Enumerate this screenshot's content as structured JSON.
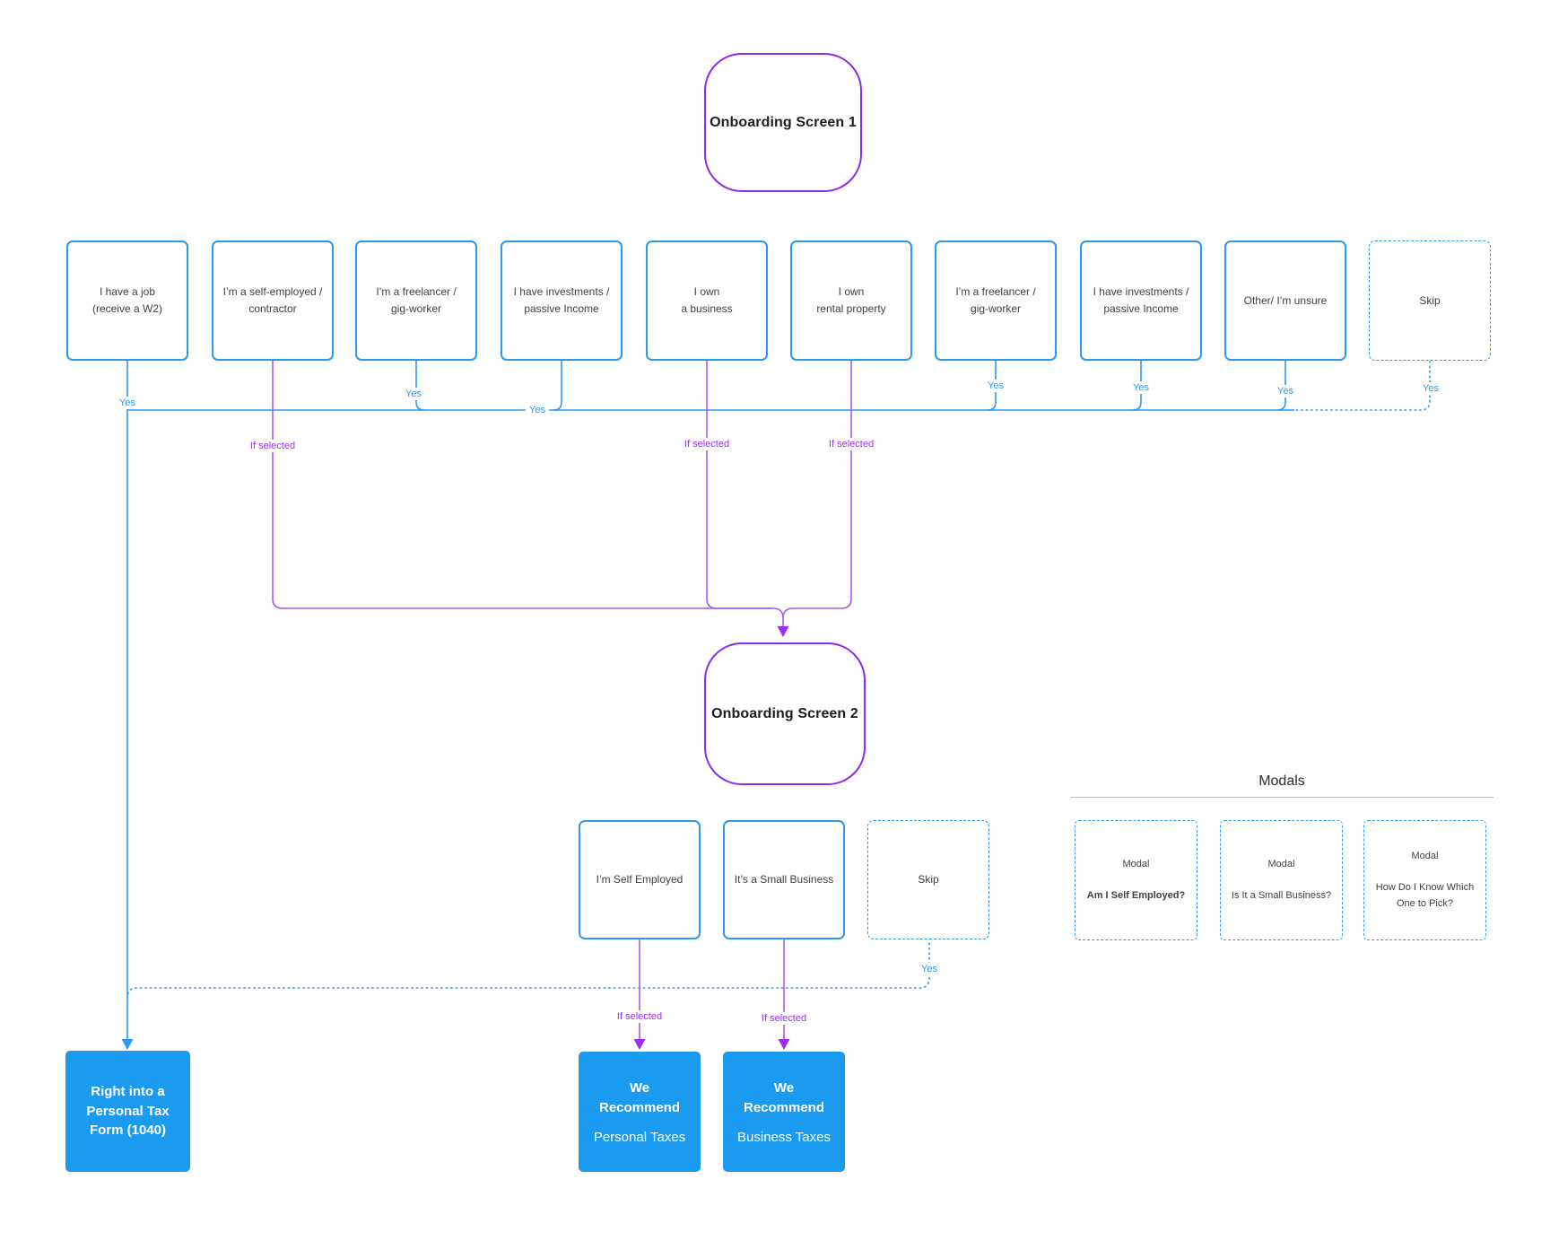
{
  "labels": {
    "yes": "Yes",
    "if_selected": "If selected"
  },
  "screen1": {
    "title": "Onboarding Screen 1"
  },
  "screen2": {
    "title": "Onboarding Screen 2"
  },
  "row1": {
    "boxes": [
      {
        "label": "I have a job\n(receive a W2)"
      },
      {
        "label": "I’m a self-employed /\ncontractor"
      },
      {
        "label": "I’m a freelancer /\ngig-worker"
      },
      {
        "label": "I have investments /\npassive Income"
      },
      {
        "label": "I own\na business"
      },
      {
        "label": "I own\nrental property"
      },
      {
        "label": "I’m a freelancer /\ngig-worker"
      },
      {
        "label": "I have investments /\npassive Income"
      },
      {
        "label": "Other/ I’m unsure"
      },
      {
        "label": "Skip"
      }
    ]
  },
  "row2": {
    "boxes": [
      {
        "label": "I’m Self Employed"
      },
      {
        "label": "It’s a Small Business"
      },
      {
        "label": "Skip"
      }
    ]
  },
  "modals": {
    "title": "Modals",
    "items": [
      {
        "prefix": "Modal",
        "title": "Am I Self Employed?"
      },
      {
        "prefix": "Modal",
        "title": "Is It a Small Business?"
      },
      {
        "prefix": "Modal",
        "title": "How Do I Know Which\nOne to Pick?"
      }
    ]
  },
  "results": {
    "personal_form": {
      "label": "Right into a\nPersonal Tax\nForm (1040)"
    },
    "recommend_personal": {
      "heading": "We\nRecommend",
      "sub": "Personal Taxes"
    },
    "recommend_business": {
      "heading": "We\nRecommend",
      "sub": "Business Taxes"
    }
  },
  "colors": {
    "line_blue": "#2b99f2",
    "fill_blue": "#1b9bf0",
    "line_purple": "#a55cee",
    "label_purple": "#a12df2",
    "screen_border_purple": "#8d2bea"
  }
}
